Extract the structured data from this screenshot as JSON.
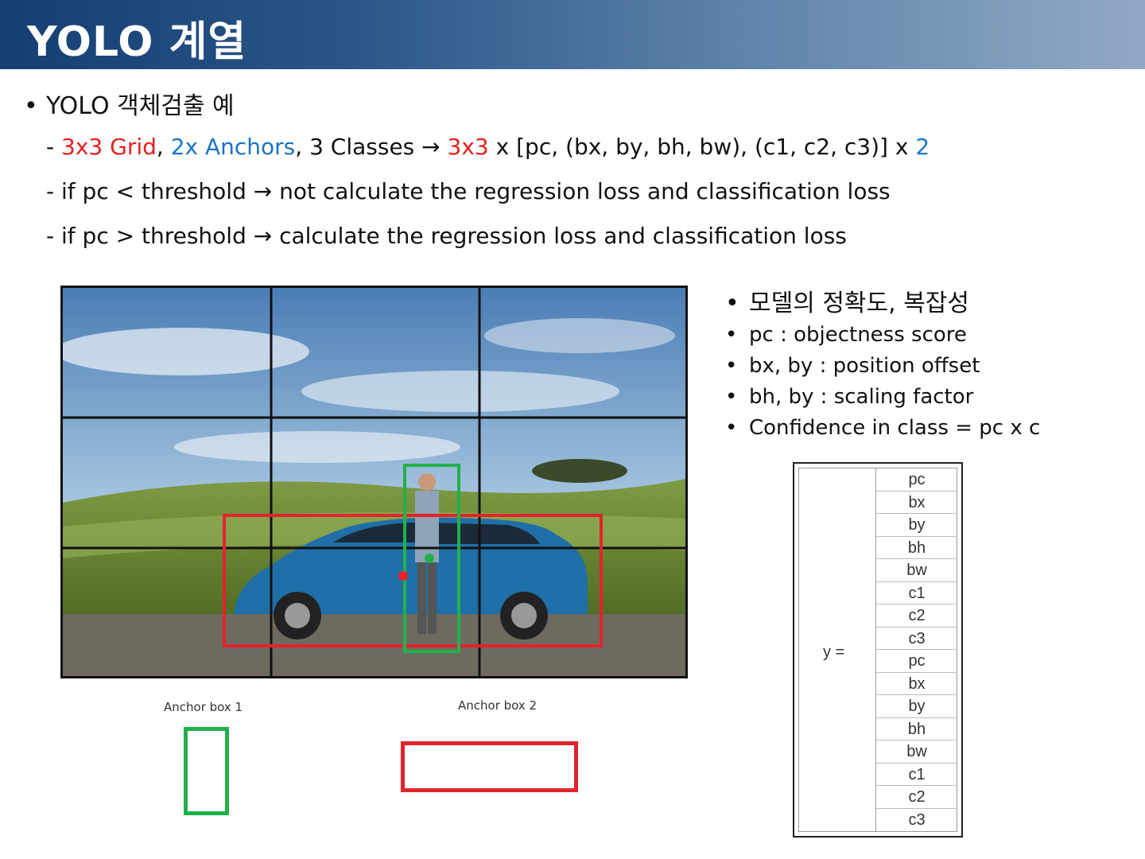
{
  "title": "YOLO 계열",
  "main_bullet": "YOLO 객체검출 예",
  "line1": {
    "dash": "- ",
    "grid": "3x3 Grid",
    "sep1": ", ",
    "anchors": "2x Anchors",
    "classes": ", 3 Classes ",
    "arrow": "→",
    "grid2": " 3x3",
    "formula": " x [pc, (bx, by, bh, bw), (c1, c2, c3)] x ",
    "two": "2"
  },
  "line2": "- if pc < threshold → not calculate the regression loss and classification loss",
  "line3": "- if pc > threshold → calculate the regression loss and classification loss",
  "anchor_box_1": "Anchor box 1",
  "anchor_box_2": "Anchor box 2",
  "right_bullets": [
    "모델의 정확도, 복잡성",
    "pc : objectness score",
    "bx, by : position offset",
    "bh, by : scaling factor",
    "Confidence in class = pc x c"
  ],
  "y_label": "y =",
  "y_vector": [
    "pc",
    "bx",
    "by",
    "bh",
    "bw",
    "c1",
    "c2",
    "c3",
    "pc",
    "bx",
    "by",
    "bh",
    "bw",
    "c1",
    "c2",
    "c3"
  ],
  "colors": {
    "grid_red": "#e5201e",
    "anchors_blue": "#1a74c4",
    "box_green": "#22b04a",
    "box_red": "#e3232c"
  }
}
